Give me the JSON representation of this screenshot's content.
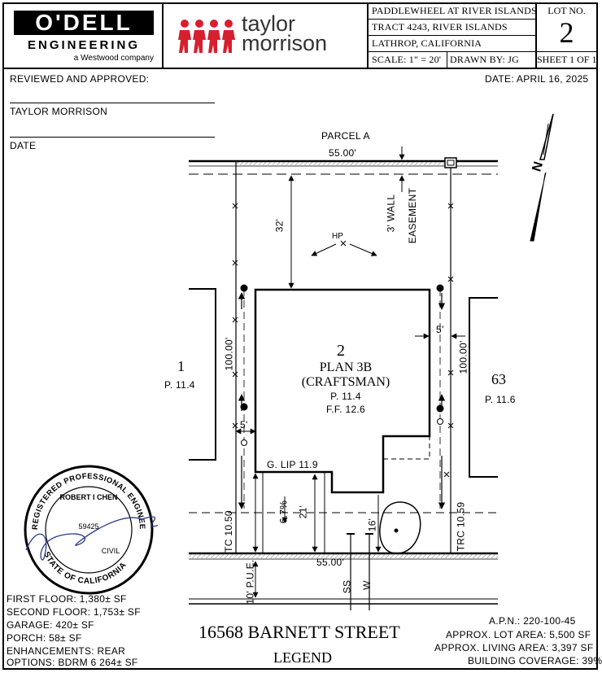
{
  "title_block": {
    "company_primary": "O'DELL",
    "company_secondary": "ENGINEERING",
    "company_tag": "a Westwood company",
    "builder": "taylor morrison",
    "project_line1": "PADDLEWHEEL AT RIVER ISLANDS",
    "project_line2": "TRACT 4243, RIVER ISLANDS",
    "project_line3": "LATHROP, CALIFORNIA",
    "scale": "SCALE:  1\" = 20'",
    "drawn_by": "DRAWN BY:  JG",
    "lot_label": "LOT NO.",
    "lot_number": "2",
    "sheet": "SHEET 1 OF 1"
  },
  "approval": {
    "reviewed": "REVIEWED AND APPROVED:",
    "company": "TAYLOR MORRISON",
    "date_label": "DATE",
    "date": "DATE:  APRIL 16, 2025"
  },
  "plan": {
    "parcel": "PARCEL A",
    "top_dim": "55.00'",
    "bottom_dim": "55.00'",
    "setback_rear": "32'",
    "wall_easement": "3' WALL",
    "wall_easement2": "EASEMENT",
    "hp": "HP",
    "left_depth": "100.00'",
    "right_depth": "100.00'",
    "side_setback_left": "5'",
    "side_setback_right": "5'",
    "lot_num": "2",
    "plan_name": "PLAN 3B",
    "plan_style": "(CRAFTSMAN)",
    "pad_elev": "P. 11.4",
    "finish_floor": "F.F. 12.6",
    "adj_lot_left": "1",
    "adj_lot_left_pad": "P. 11.4",
    "adj_lot_right": "63",
    "adj_lot_right_pad": "P. 11.6",
    "garage_lip": "G. LIP 11.9",
    "slope": "6.7%",
    "driveway_len": "21'",
    "front_setback": "16'",
    "tc_left": "TC 10.50",
    "trc_right": "TRC 10.59",
    "pue": "10' P.U.E.",
    "ss": "SS",
    "w": "W",
    "north": "N"
  },
  "stamp": {
    "ring_top": "REGISTERED PROFESSIONAL ENGINEER",
    "ring_bottom": "STATE OF CALIFORNIA",
    "name": "ROBERT I CHEN",
    "number": "59425",
    "discipline": "CIVIL"
  },
  "summary": {
    "first_floor": "FIRST FLOOR: 1,380± SF",
    "second_floor": "SECOND FLOOR: 1,753± SF",
    "garage": "GARAGE: 420± SF",
    "porch": "PORCH: 58± SF",
    "enhancements": "ENHANCEMENTS: REAR",
    "options": "OPTIONS: BDRM 6 264± SF",
    "address": "16568 BARNETT STREET",
    "legend": "LEGEND",
    "apn": "A.P.N.:  220-100-45",
    "lot_area": "APPROX. LOT AREA: 5,500 SF",
    "living_area": "APPROX. LIVING AREA: 3,397 SF",
    "coverage": "BUILDING COVERAGE:  39%"
  },
  "colors": {
    "brand_red": "#d6202f",
    "ink": "#000000"
  }
}
